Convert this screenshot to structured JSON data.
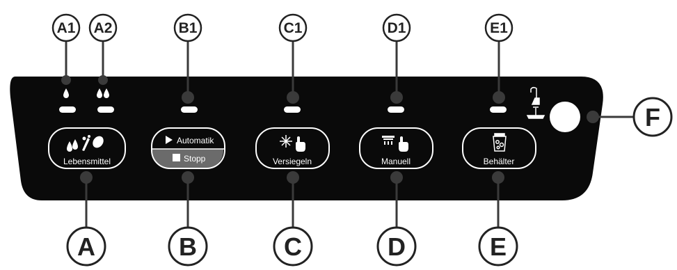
{
  "top_labels": [
    "A1",
    "A2",
    "B1",
    "C1",
    "D1",
    "E1"
  ],
  "bottom_labels": [
    "A",
    "B",
    "C",
    "D",
    "E"
  ],
  "side_label": "F",
  "buttons": {
    "lebensmittel": "Lebensmittel",
    "automatik": "Automatik",
    "stopp": "Stopp",
    "versiegeln": "Versiegeln",
    "manuell": "Manuell",
    "behaelter": "Behälter"
  },
  "colors": {
    "panel": "#0a0a0a",
    "callout": "#3a3a3a",
    "stopp_band": "#6b6b6b",
    "label_text": "#222222"
  }
}
